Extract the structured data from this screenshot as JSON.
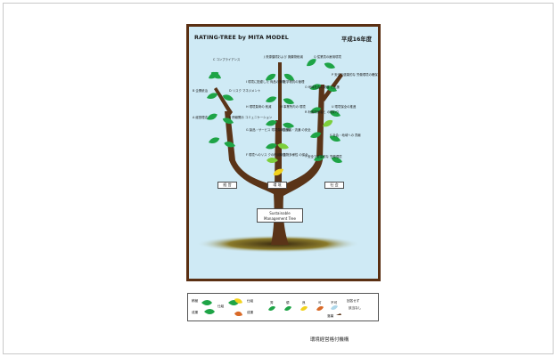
{
  "header": {
    "title": "RATING-TREE by MITA MODEL",
    "year": "平成16年度"
  },
  "branches_left": [
    "C コンプライアンス",
    "B 企業統治",
    "A 経営理念",
    "D リスク マネジメント",
    "E 情報開示 コミュニケーション"
  ],
  "branches_center": [
    "J 資源循環および 廃棄物削減",
    "I 環境に配慮した 商品の開発",
    "H 環境負荷の 削減",
    "G 製品・サービス 環境負荷削減",
    "F 環境へのリス クの削減評価"
  ],
  "branches_inner": [
    "N 化学物質の管理",
    "M 事業所内の 環境",
    "L 生産者・流通 の安全",
    "K 生物多様性 の保全"
  ],
  "branches_right": [
    "Q 従業員の雇用環境",
    "P 安全で健康的な 労働環境の確保",
    "O 地域社会の発展 と支援",
    "R 利害関係者と の関わり",
    "S 社会・地域への 貢献",
    "T 安全で健康的な 労働環境",
    "U 環境保全の推進"
  ],
  "base_boxes": {
    "left": "経 営",
    "center": "環 境",
    "right": "社 会"
  },
  "trunk_box": {
    "line1": "Sustainable",
    "line2": "Management Tree"
  },
  "legend": {
    "row1_left": "積極",
    "row2_left": "成果",
    "row1_mid": "仕組",
    "row2_mid": "成果",
    "mid_right_top": "仕組",
    "mid_right_bottom": "成果",
    "grades": [
      "秀",
      "優",
      "良",
      "可",
      "不可"
    ],
    "unknown_top": "回答せず",
    "unknown_bottom": "該当なし",
    "fallen": "落葉"
  },
  "caption": "環境経営格付機構",
  "colors": {
    "leaf": "#1ea446",
    "leaf_light": "#7ccf3c",
    "leaf_yellow": "#f2d21d",
    "leaf_orange": "#d96a28",
    "trunk": "#5a3418",
    "sky": "#cfeaf5",
    "ground": "#3a2a10"
  }
}
